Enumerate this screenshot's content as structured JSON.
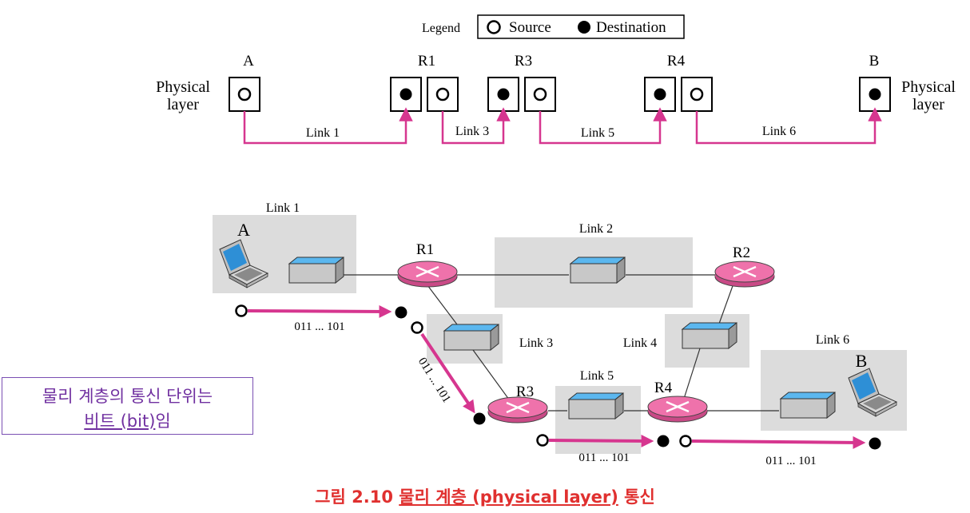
{
  "legend": {
    "title": "Legend",
    "source_label": "Source",
    "destination_label": "Destination"
  },
  "top": {
    "nodes": {
      "a": "A",
      "r1": "R1",
      "r3": "R3",
      "r4": "R4",
      "b": "B"
    },
    "physical_label_line1": "Physical",
    "physical_label_line2": "layer",
    "links": {
      "l1": "Link 1",
      "l3": "Link 3",
      "l5": "Link 5",
      "l6": "Link 6"
    }
  },
  "bottom": {
    "hosts": {
      "a": "A",
      "b": "B"
    },
    "routers": {
      "r1": "R1",
      "r2": "R2",
      "r3": "R3",
      "r4": "R4"
    },
    "links": {
      "l1": "Link 1",
      "l2": "Link 2",
      "l3": "Link 3",
      "l4": "Link 4",
      "l5": "Link 5",
      "l6": "Link 6"
    },
    "bits": "011 ... 101"
  },
  "note": {
    "line1": "물리 계층의 통신 단위는",
    "line2_underlined": "비트 (bit)",
    "line2_suffix": "임"
  },
  "caption": {
    "prefix": "그림 2.10 ",
    "underlined": "물리 계층 (physical layer)",
    "suffix": " 통신"
  },
  "colors": {
    "link_magenta": "#d6368f",
    "region_gray": "#dcdcdc",
    "router_pink": "#e9609f",
    "switch_blue": "#3fa0dd",
    "caption_red": "#e0302f",
    "note_purple": "#7030a0"
  }
}
